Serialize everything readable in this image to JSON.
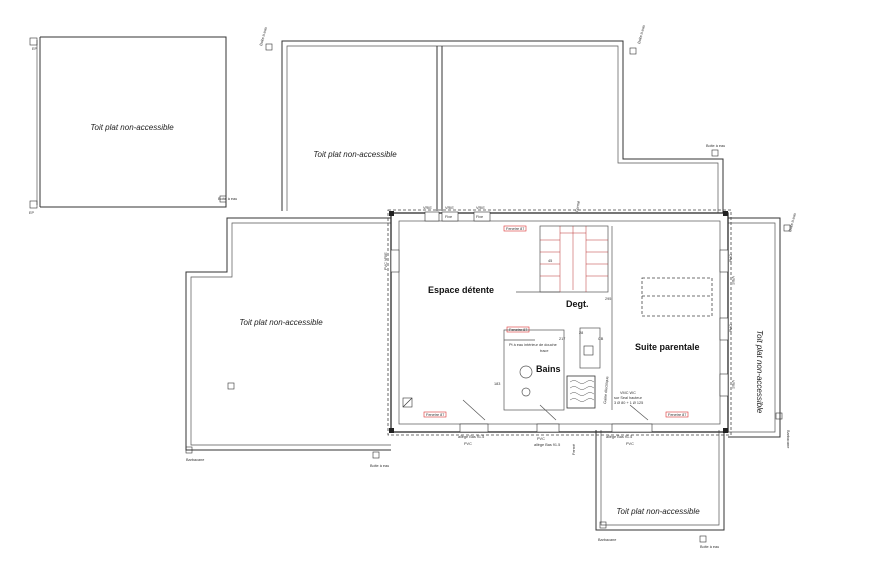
{
  "labels": {
    "roof_nw": "Toit plat non-accessible",
    "roof_n": "Toit plat non-accessible",
    "roof_w": "Toit plat non-accessible",
    "roof_e": "Toit plat non-accessible",
    "roof_s": "Toit plat non-accessible",
    "espace": "Espace détente",
    "degt": "Degt.",
    "suite": "Suite parentale",
    "bains": "Bains",
    "boite_eau": "Boite à eau",
    "ep": "EP",
    "barbacane": "Barbacane",
    "vrie": "VRIE",
    "pvc": "PVC",
    "pvc_vrie": "PVC VRIE",
    "fixe": "Fixe",
    "ferme": "Fermé",
    "fenetre_1": "Fenetre 87",
    "fenetre_2": "Fenetre 87",
    "fenetre_3": "Fenetre 87",
    "fenetre_4": "Fenetre 87",
    "allege_1": "allège Bas 91.5",
    "allege_2": "allège Bas 91.5",
    "allege_3": "allège Bas 91.5",
    "vmc": "VMC WC",
    "vmc_2": "sur Seal hauteur",
    "vmc_3": "3 Ø 80 + 1 Ø 125",
    "dim_217": "217",
    "dim_28": "28",
    "dim_183": "183",
    "dim_295": "295",
    "dim_45": "45",
    "trace": "trace",
    "gaine": "Gaine électrique",
    "note_bains": "Pt à eau intérieur de douche",
    "cb": "CB"
  }
}
